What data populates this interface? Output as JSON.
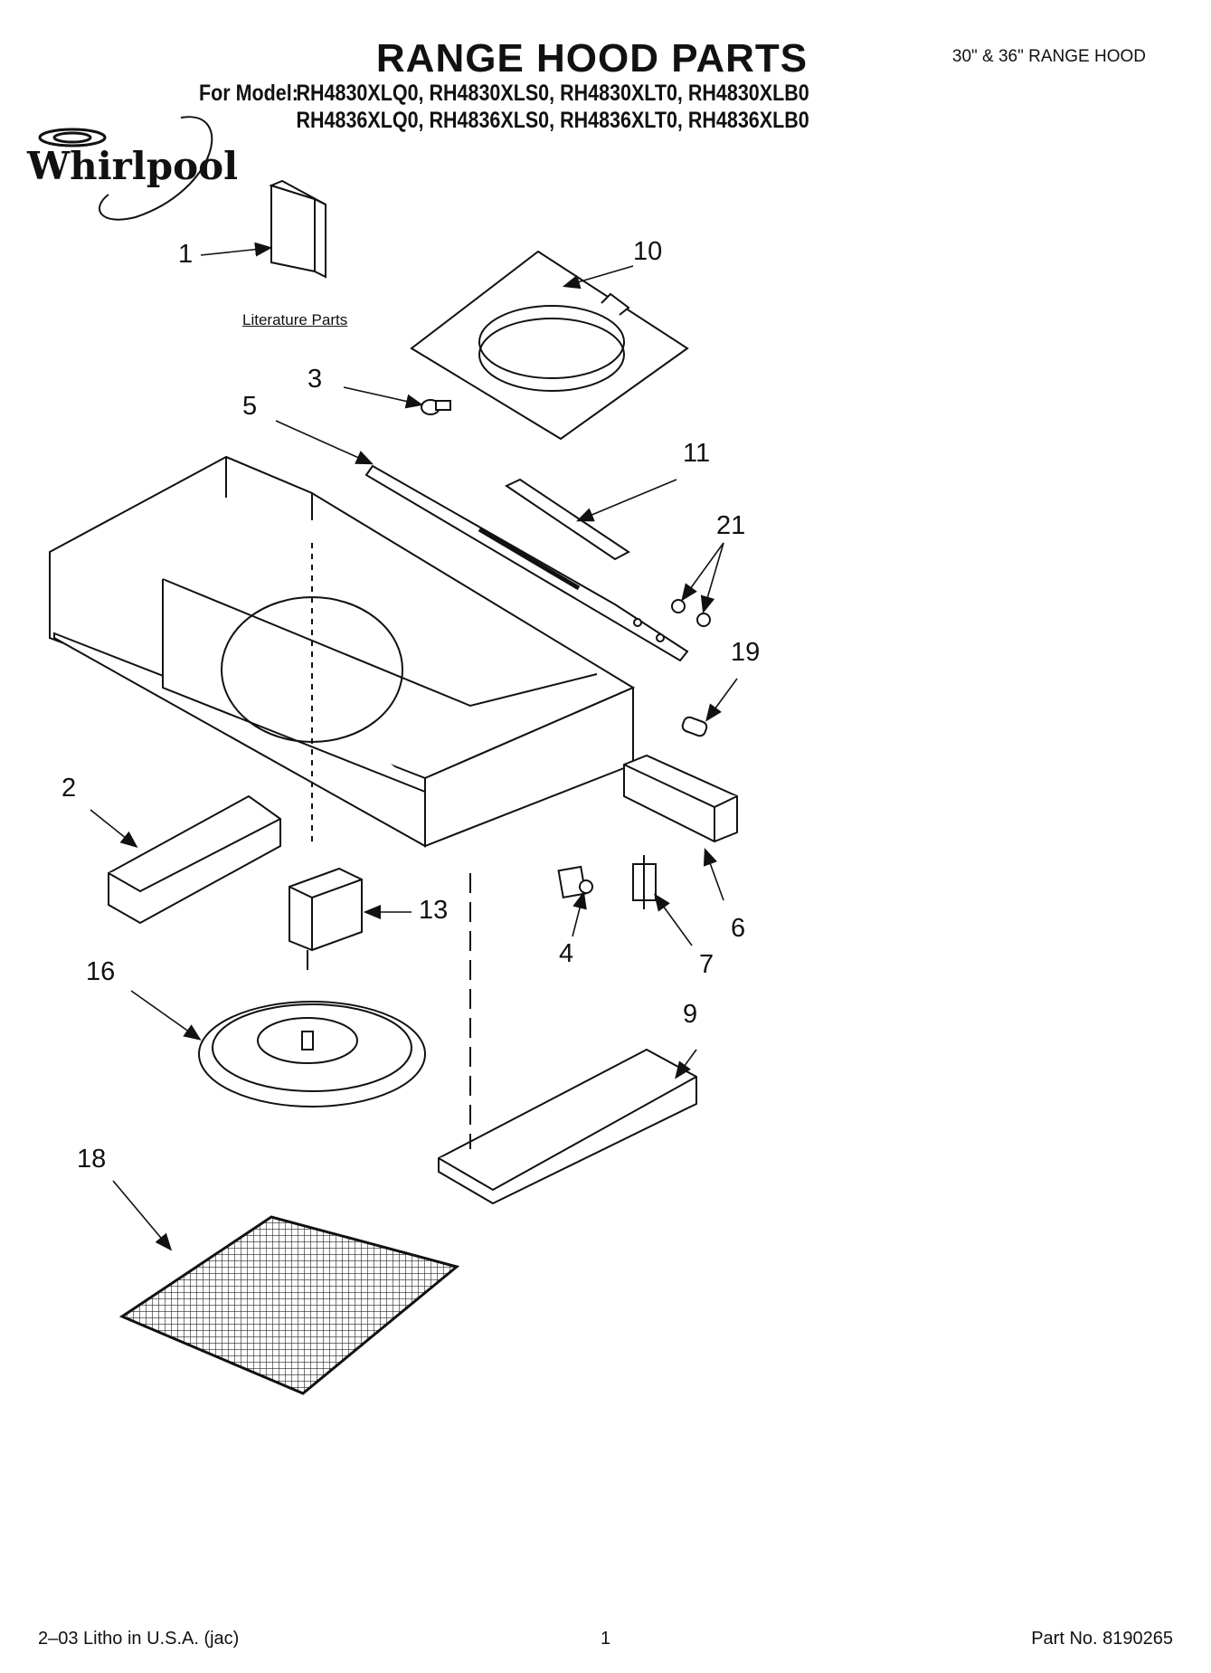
{
  "header": {
    "title": "RANGE HOOD PARTS",
    "subtitle": "30\" & 36\" RANGE HOOD",
    "model_label": "For Model:",
    "models_line1": "RH4830XLQ0, RH4830XLS0, RH4830XLT0, RH4830XLB0",
    "models_line2": "RH4836XLQ0, RH4836XLS0, RH4836XLT0, RH4836XLB0"
  },
  "brand": {
    "logo_text": "Whirlpool"
  },
  "diagram": {
    "literature_label": "Literature Parts",
    "callouts": [
      "1",
      "10",
      "3",
      "5",
      "11",
      "21",
      "19",
      "2",
      "13",
      "4",
      "7",
      "6",
      "16",
      "9",
      "18"
    ]
  },
  "footer": {
    "litho": "2–03 Litho in U.S.A. (jac)",
    "page": "1",
    "part_no": "Part No. 8190265"
  }
}
